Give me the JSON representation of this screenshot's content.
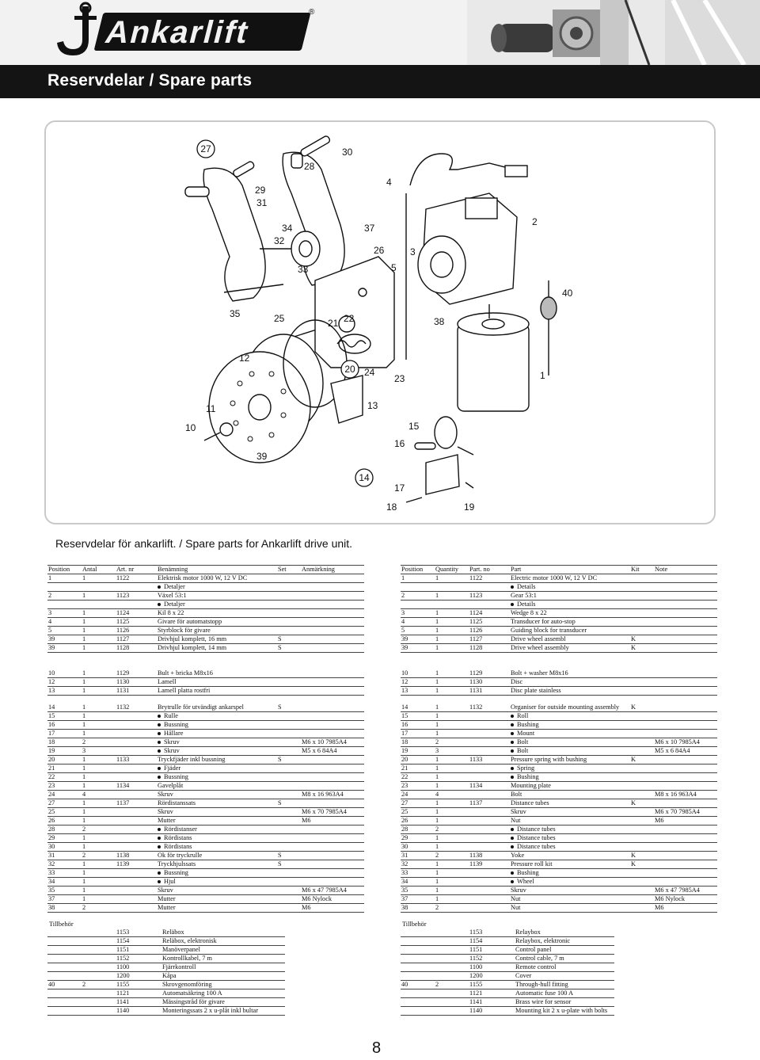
{
  "header": {
    "logo_text": "Ankarlift",
    "logo_trademark": "®",
    "title": "Reservdelar / Spare parts"
  },
  "diagram": {
    "caption": "Reservdelar för ankarlift. / Spare parts for Ankarlift drive unit.",
    "circled_callouts": [
      "27",
      "20",
      "14"
    ],
    "callouts": [
      "30",
      "28",
      "29",
      "31",
      "34",
      "37",
      "32",
      "26",
      "33",
      "4",
      "2",
      "3",
      "5",
      "40",
      "35",
      "25",
      "21",
      "22",
      "38",
      "12",
      "24",
      "23",
      "1",
      "11",
      "13",
      "10",
      "15",
      "16",
      "39",
      "17",
      "18",
      "19"
    ]
  },
  "swedish": {
    "headers": [
      "Position",
      "Antal",
      "Art. nr",
      "Benämning",
      "Set",
      "Anmärkning"
    ],
    "block1": [
      {
        "pos": "1",
        "qty": "1",
        "art": "1122",
        "name": "Elektrisk motor 1000 W, 12 V DC",
        "bullet": false,
        "set": "",
        "note": ""
      },
      {
        "pos": "",
        "qty": "",
        "art": "",
        "name": "Detaljer",
        "bullet": true,
        "set": "",
        "note": ""
      },
      {
        "pos": "2",
        "qty": "1",
        "art": "1123",
        "name": "Växel 53:1",
        "bullet": false,
        "set": "",
        "note": ""
      },
      {
        "pos": "",
        "qty": "",
        "art": "",
        "name": "Detaljer",
        "bullet": true,
        "set": "",
        "note": ""
      },
      {
        "pos": "3",
        "qty": "1",
        "art": "1124",
        "name": "Kil 8 x 22",
        "bullet": false,
        "set": "",
        "note": ""
      },
      {
        "pos": "4",
        "qty": "1",
        "art": "1125",
        "name": "Givare för automatstopp",
        "bullet": false,
        "set": "",
        "note": ""
      },
      {
        "pos": "5",
        "qty": "1",
        "art": "1126",
        "name": "Styrblock för givare",
        "bullet": false,
        "set": "",
        "note": ""
      },
      {
        "pos": "39",
        "qty": "1",
        "art": "1127",
        "name": "Drivhjul komplett, 16 mm",
        "bullet": false,
        "set": "S",
        "note": ""
      },
      {
        "pos": "39",
        "qty": "1",
        "art": "1128",
        "name": "Drivhjul komplett, 14 mm",
        "bullet": false,
        "set": "S",
        "note": ""
      }
    ],
    "block2": [
      {
        "pos": "10",
        "qty": "1",
        "art": "1129",
        "name": "Bult + bricka M8x16",
        "bullet": false,
        "set": "",
        "note": ""
      },
      {
        "pos": "12",
        "qty": "1",
        "art": "1130",
        "name": "Lamell",
        "bullet": false,
        "set": "",
        "note": ""
      },
      {
        "pos": "13",
        "qty": "1",
        "art": "1131",
        "name": "Lamell platta rostfri",
        "bullet": false,
        "set": "",
        "note": ""
      }
    ],
    "block3": [
      {
        "pos": "14",
        "qty": "1",
        "art": "1132",
        "name": "Brytrulle för utvändigt ankarspel",
        "bullet": false,
        "set": "S",
        "note": ""
      },
      {
        "pos": "15",
        "qty": "1",
        "art": "",
        "name": "Rulle",
        "bullet": true,
        "set": "",
        "note": ""
      },
      {
        "pos": "16",
        "qty": "1",
        "art": "",
        "name": "Bussning",
        "bullet": true,
        "set": "",
        "note": ""
      },
      {
        "pos": "17",
        "qty": "1",
        "art": "",
        "name": "Hållare",
        "bullet": true,
        "set": "",
        "note": ""
      },
      {
        "pos": "18",
        "qty": "2",
        "art": "",
        "name": "Skruv",
        "bullet": true,
        "set": "",
        "note": "M6 x 10 7985A4"
      },
      {
        "pos": "19",
        "qty": "3",
        "art": "",
        "name": "Skruv",
        "bullet": true,
        "set": "",
        "note": "M5 x 6 84A4"
      },
      {
        "pos": "20",
        "qty": "1",
        "art": "1133",
        "name": "Tryckfjäder inkl bussning",
        "bullet": false,
        "set": "S",
        "note": ""
      },
      {
        "pos": "21",
        "qty": "1",
        "art": "",
        "name": "Fjäder",
        "bullet": true,
        "set": "",
        "note": ""
      },
      {
        "pos": "22",
        "qty": "1",
        "art": "",
        "name": "Bussning",
        "bullet": true,
        "set": "",
        "note": ""
      },
      {
        "pos": "23",
        "qty": "1",
        "art": "1134",
        "name": "Gavelplåt",
        "bullet": false,
        "set": "",
        "note": ""
      },
      {
        "pos": "24",
        "qty": "4",
        "art": "",
        "name": "Skruv",
        "bullet": false,
        "set": "",
        "note": "M8 x 16 963A4"
      },
      {
        "pos": "27",
        "qty": "1",
        "art": "1137",
        "name": "Rördistanssats",
        "bullet": false,
        "set": "S",
        "note": ""
      },
      {
        "pos": "25",
        "qty": "1",
        "art": "",
        "name": "Skruv",
        "bullet": false,
        "set": "",
        "note": "M6 x 70 7985A4"
      },
      {
        "pos": "26",
        "qty": "1",
        "art": "",
        "name": "Mutter",
        "bullet": false,
        "set": "",
        "note": "M6"
      },
      {
        "pos": "28",
        "qty": "2",
        "art": "",
        "name": "Rördistanser",
        "bullet": true,
        "set": "",
        "note": ""
      },
      {
        "pos": "29",
        "qty": "1",
        "art": "",
        "name": "Rördistans",
        "bullet": true,
        "set": "",
        "note": ""
      },
      {
        "pos": "30",
        "qty": "1",
        "art": "",
        "name": "Rördistans",
        "bullet": true,
        "set": "",
        "note": ""
      },
      {
        "pos": "31",
        "qty": "2",
        "art": "1138",
        "name": "Ok för tryckrulle",
        "bullet": false,
        "set": "S",
        "note": ""
      },
      {
        "pos": "32",
        "qty": "1",
        "art": "1139",
        "name": "Tryckhjulssats",
        "bullet": false,
        "set": "S",
        "note": ""
      },
      {
        "pos": "33",
        "qty": "1",
        "art": "",
        "name": "Bussning",
        "bullet": true,
        "set": "",
        "note": ""
      },
      {
        "pos": "34",
        "qty": "1",
        "art": "",
        "name": "Hjul",
        "bullet": true,
        "set": "",
        "note": ""
      },
      {
        "pos": "35",
        "qty": "1",
        "art": "",
        "name": "Skruv",
        "bullet": false,
        "set": "",
        "note": "M6 x 47 7985A4"
      },
      {
        "pos": "37",
        "qty": "1",
        "art": "",
        "name": "Mutter",
        "bullet": false,
        "set": "",
        "note": "M6 Nylock"
      },
      {
        "pos": "38",
        "qty": "2",
        "art": "",
        "name": "Mutter",
        "bullet": false,
        "set": "",
        "note": "M6"
      }
    ],
    "accessories_title": "Tillbehör",
    "accessories": [
      {
        "pos": "",
        "qty": "",
        "art": "1153",
        "name": "Reläbox"
      },
      {
        "pos": "",
        "qty": "",
        "art": "1154",
        "name": "Reläbox, elektronisk"
      },
      {
        "pos": "",
        "qty": "",
        "art": "1151",
        "name": "Manöverpanel"
      },
      {
        "pos": "",
        "qty": "",
        "art": "1152",
        "name": "Kontrollkabel, 7 m"
      },
      {
        "pos": "",
        "qty": "",
        "art": "1100",
        "name": "Fjärrkontroll"
      },
      {
        "pos": "",
        "qty": "",
        "art": "1200",
        "name": "Kåpa"
      },
      {
        "pos": "40",
        "qty": "2",
        "art": "1155",
        "name": "Skrovgenomföring"
      },
      {
        "pos": "",
        "qty": "",
        "art": "1121",
        "name": "Automatsäkring 100 A"
      },
      {
        "pos": "",
        "qty": "",
        "art": "1141",
        "name": "Mässingstråd för givare"
      },
      {
        "pos": "",
        "qty": "",
        "art": "1140",
        "name": "Monteringssats 2 x u-plåt inkl bultar"
      }
    ]
  },
  "english": {
    "headers": [
      "Position",
      "Quantity",
      "Part. no",
      "Part",
      "Kit",
      "Note"
    ],
    "block1": [
      {
        "pos": "1",
        "qty": "1",
        "art": "1122",
        "name": "Electric motor 1000 W, 12 V DC",
        "bullet": false,
        "set": "",
        "note": ""
      },
      {
        "pos": "",
        "qty": "",
        "art": "",
        "name": "Details",
        "bullet": true,
        "set": "",
        "note": ""
      },
      {
        "pos": "2",
        "qty": "1",
        "art": "1123",
        "name": "Gear 53:1",
        "bullet": false,
        "set": "",
        "note": ""
      },
      {
        "pos": "",
        "qty": "",
        "art": "",
        "name": "Details",
        "bullet": true,
        "set": "",
        "note": ""
      },
      {
        "pos": "3",
        "qty": "1",
        "art": "1124",
        "name": "Wedge 8 x 22",
        "bullet": false,
        "set": "",
        "note": ""
      },
      {
        "pos": "4",
        "qty": "1",
        "art": "1125",
        "name": "Transducer for auto-stop",
        "bullet": false,
        "set": "",
        "note": ""
      },
      {
        "pos": "5",
        "qty": "1",
        "art": "1126",
        "name": "Guiding block for transducer",
        "bullet": false,
        "set": "",
        "note": ""
      },
      {
        "pos": "39",
        "qty": "1",
        "art": "1127",
        "name": "Drive wheel assembl",
        "bullet": false,
        "set": "K",
        "note": ""
      },
      {
        "pos": "39",
        "qty": "1",
        "art": "1128",
        "name": "Drive wheel assembly",
        "bullet": false,
        "set": "K",
        "note": ""
      }
    ],
    "block2": [
      {
        "pos": "10",
        "qty": "1",
        "art": "1129",
        "name": "Bolt + washer M8x16",
        "bullet": false,
        "set": "",
        "note": ""
      },
      {
        "pos": "12",
        "qty": "1",
        "art": "1130",
        "name": "Disc",
        "bullet": false,
        "set": "",
        "note": ""
      },
      {
        "pos": "13",
        "qty": "1",
        "art": "1131",
        "name": "Disc plate stainless",
        "bullet": false,
        "set": "",
        "note": ""
      }
    ],
    "block3": [
      {
        "pos": "14",
        "qty": "1",
        "art": "1132",
        "name": "Organiser for outside mounting assembly",
        "bullet": false,
        "set": "K",
        "note": ""
      },
      {
        "pos": "15",
        "qty": "1",
        "art": "",
        "name": "Roll",
        "bullet": true,
        "set": "",
        "note": ""
      },
      {
        "pos": "16",
        "qty": "1",
        "art": "",
        "name": "Bushing",
        "bullet": true,
        "set": "",
        "note": ""
      },
      {
        "pos": "17",
        "qty": "1",
        "art": "",
        "name": "Mount",
        "bullet": true,
        "set": "",
        "note": ""
      },
      {
        "pos": "18",
        "qty": "2",
        "art": "",
        "name": "Bolt",
        "bullet": true,
        "set": "",
        "note": "M6 x 10 7985A4"
      },
      {
        "pos": "19",
        "qty": "3",
        "art": "",
        "name": "Bolt",
        "bullet": true,
        "set": "",
        "note": "M5 x 6 84A4"
      },
      {
        "pos": "20",
        "qty": "1",
        "art": "1133",
        "name": "Pressure spring with bushing",
        "bullet": false,
        "set": "K",
        "note": ""
      },
      {
        "pos": "21",
        "qty": "1",
        "art": "",
        "name": "Spring",
        "bullet": true,
        "set": "",
        "note": ""
      },
      {
        "pos": "22",
        "qty": "1",
        "art": "",
        "name": "Bushing",
        "bullet": true,
        "set": "",
        "note": ""
      },
      {
        "pos": "23",
        "qty": "1",
        "art": "1134",
        "name": "Mounting plate",
        "bullet": false,
        "set": "",
        "note": ""
      },
      {
        "pos": "24",
        "qty": "4",
        "art": "",
        "name": "Bolt",
        "bullet": false,
        "set": "",
        "note": "M8 x 16 963A4"
      },
      {
        "pos": "27",
        "qty": "1",
        "art": "1137",
        "name": "Distance tubes",
        "bullet": false,
        "set": "K",
        "note": ""
      },
      {
        "pos": "25",
        "qty": "1",
        "art": "",
        "name": "Skruv",
        "bullet": false,
        "set": "",
        "note": "M6 x 70 7985A4"
      },
      {
        "pos": "26",
        "qty": "1",
        "art": "",
        "name": "Nut",
        "bullet": false,
        "set": "",
        "note": "M6"
      },
      {
        "pos": "28",
        "qty": "2",
        "art": "",
        "name": "Distance tubes",
        "bullet": true,
        "set": "",
        "note": ""
      },
      {
        "pos": "29",
        "qty": "1",
        "art": "",
        "name": "Distance tubes",
        "bullet": true,
        "set": "",
        "note": ""
      },
      {
        "pos": "30",
        "qty": "1",
        "art": "",
        "name": "Distance tubes",
        "bullet": true,
        "set": "",
        "note": ""
      },
      {
        "pos": "31",
        "qty": "2",
        "art": "1138",
        "name": "Yoke",
        "bullet": false,
        "set": "K",
        "note": ""
      },
      {
        "pos": "32",
        "qty": "1",
        "art": "1139",
        "name": "Pressure roll kit",
        "bullet": false,
        "set": "K",
        "note": ""
      },
      {
        "pos": "33",
        "qty": "1",
        "art": "",
        "name": "Bushing",
        "bullet": true,
        "set": "",
        "note": ""
      },
      {
        "pos": "34",
        "qty": "1",
        "art": "",
        "name": "Wheel",
        "bullet": true,
        "set": "",
        "note": ""
      },
      {
        "pos": "35",
        "qty": "1",
        "art": "",
        "name": "Skruv",
        "bullet": false,
        "set": "",
        "note": "M6 x 47 7985A4"
      },
      {
        "pos": "37",
        "qty": "1",
        "art": "",
        "name": "Nut",
        "bullet": false,
        "set": "",
        "note": "M6 Nylock"
      },
      {
        "pos": "38",
        "qty": "2",
        "art": "",
        "name": "Nut",
        "bullet": false,
        "set": "",
        "note": "M6"
      }
    ],
    "accessories_title": "Tillbehör",
    "accessories": [
      {
        "pos": "",
        "qty": "",
        "art": "1153",
        "name": "Relaybox"
      },
      {
        "pos": "",
        "qty": "",
        "art": "1154",
        "name": "Relaybox, elektronic"
      },
      {
        "pos": "",
        "qty": "",
        "art": "1151",
        "name": "Control panel"
      },
      {
        "pos": "",
        "qty": "",
        "art": "1152",
        "name": "Control cable, 7 m"
      },
      {
        "pos": "",
        "qty": "",
        "art": "1100",
        "name": "Remote control"
      },
      {
        "pos": "",
        "qty": "",
        "art": "1200",
        "name": "Cover"
      },
      {
        "pos": "40",
        "qty": "2",
        "art": "1155",
        "name": "Through-hull fitting"
      },
      {
        "pos": "",
        "qty": "",
        "art": "1121",
        "name": "Automatic fuse 100 A"
      },
      {
        "pos": "",
        "qty": "",
        "art": "1141",
        "name": "Brass wire for sensor"
      },
      {
        "pos": "",
        "qty": "",
        "art": "1140",
        "name": "Mounting kit 2 x u-plate with bolts"
      }
    ]
  },
  "footer": {
    "page_number": "8"
  }
}
